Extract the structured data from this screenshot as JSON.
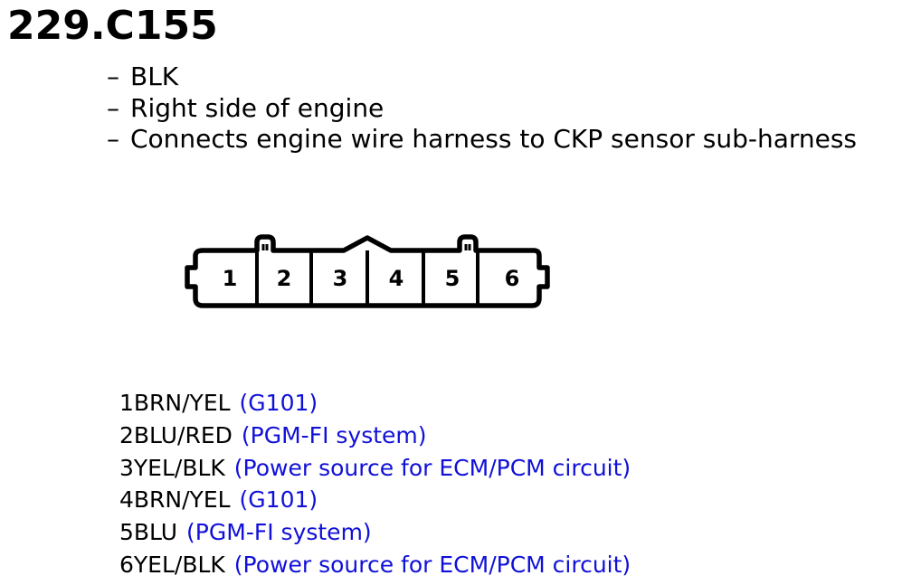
{
  "title": "229.C155",
  "bullets": [
    {
      "dash": "–",
      "text": "BLK"
    },
    {
      "dash": "–",
      "text": "Right side of engine"
    },
    {
      "dash": "–",
      "text": "Connects engine wire harness to CKP sensor sub-harness"
    }
  ],
  "connector": {
    "pins": [
      "1",
      "2",
      "3",
      "4",
      "5",
      "6"
    ]
  },
  "pin_list": [
    {
      "wire": "1BRN/YEL",
      "desc": "(G101)"
    },
    {
      "wire": "2BLU/RED",
      "desc": "(PGM-FI system)"
    },
    {
      "wire": "3YEL/BLK",
      "desc": "(Power source for ECM/PCM circuit)"
    },
    {
      "wire": "4BRN/YEL",
      "desc": "(G101)"
    },
    {
      "wire": "5BLU",
      "desc": "(PGM-FI system)"
    },
    {
      "wire": "6YEL/BLK",
      "desc": "(Power source for ECM/PCM circuit)"
    }
  ],
  "colors": {
    "text": "#000000",
    "description": "#1010d8",
    "background": "#ffffff"
  }
}
